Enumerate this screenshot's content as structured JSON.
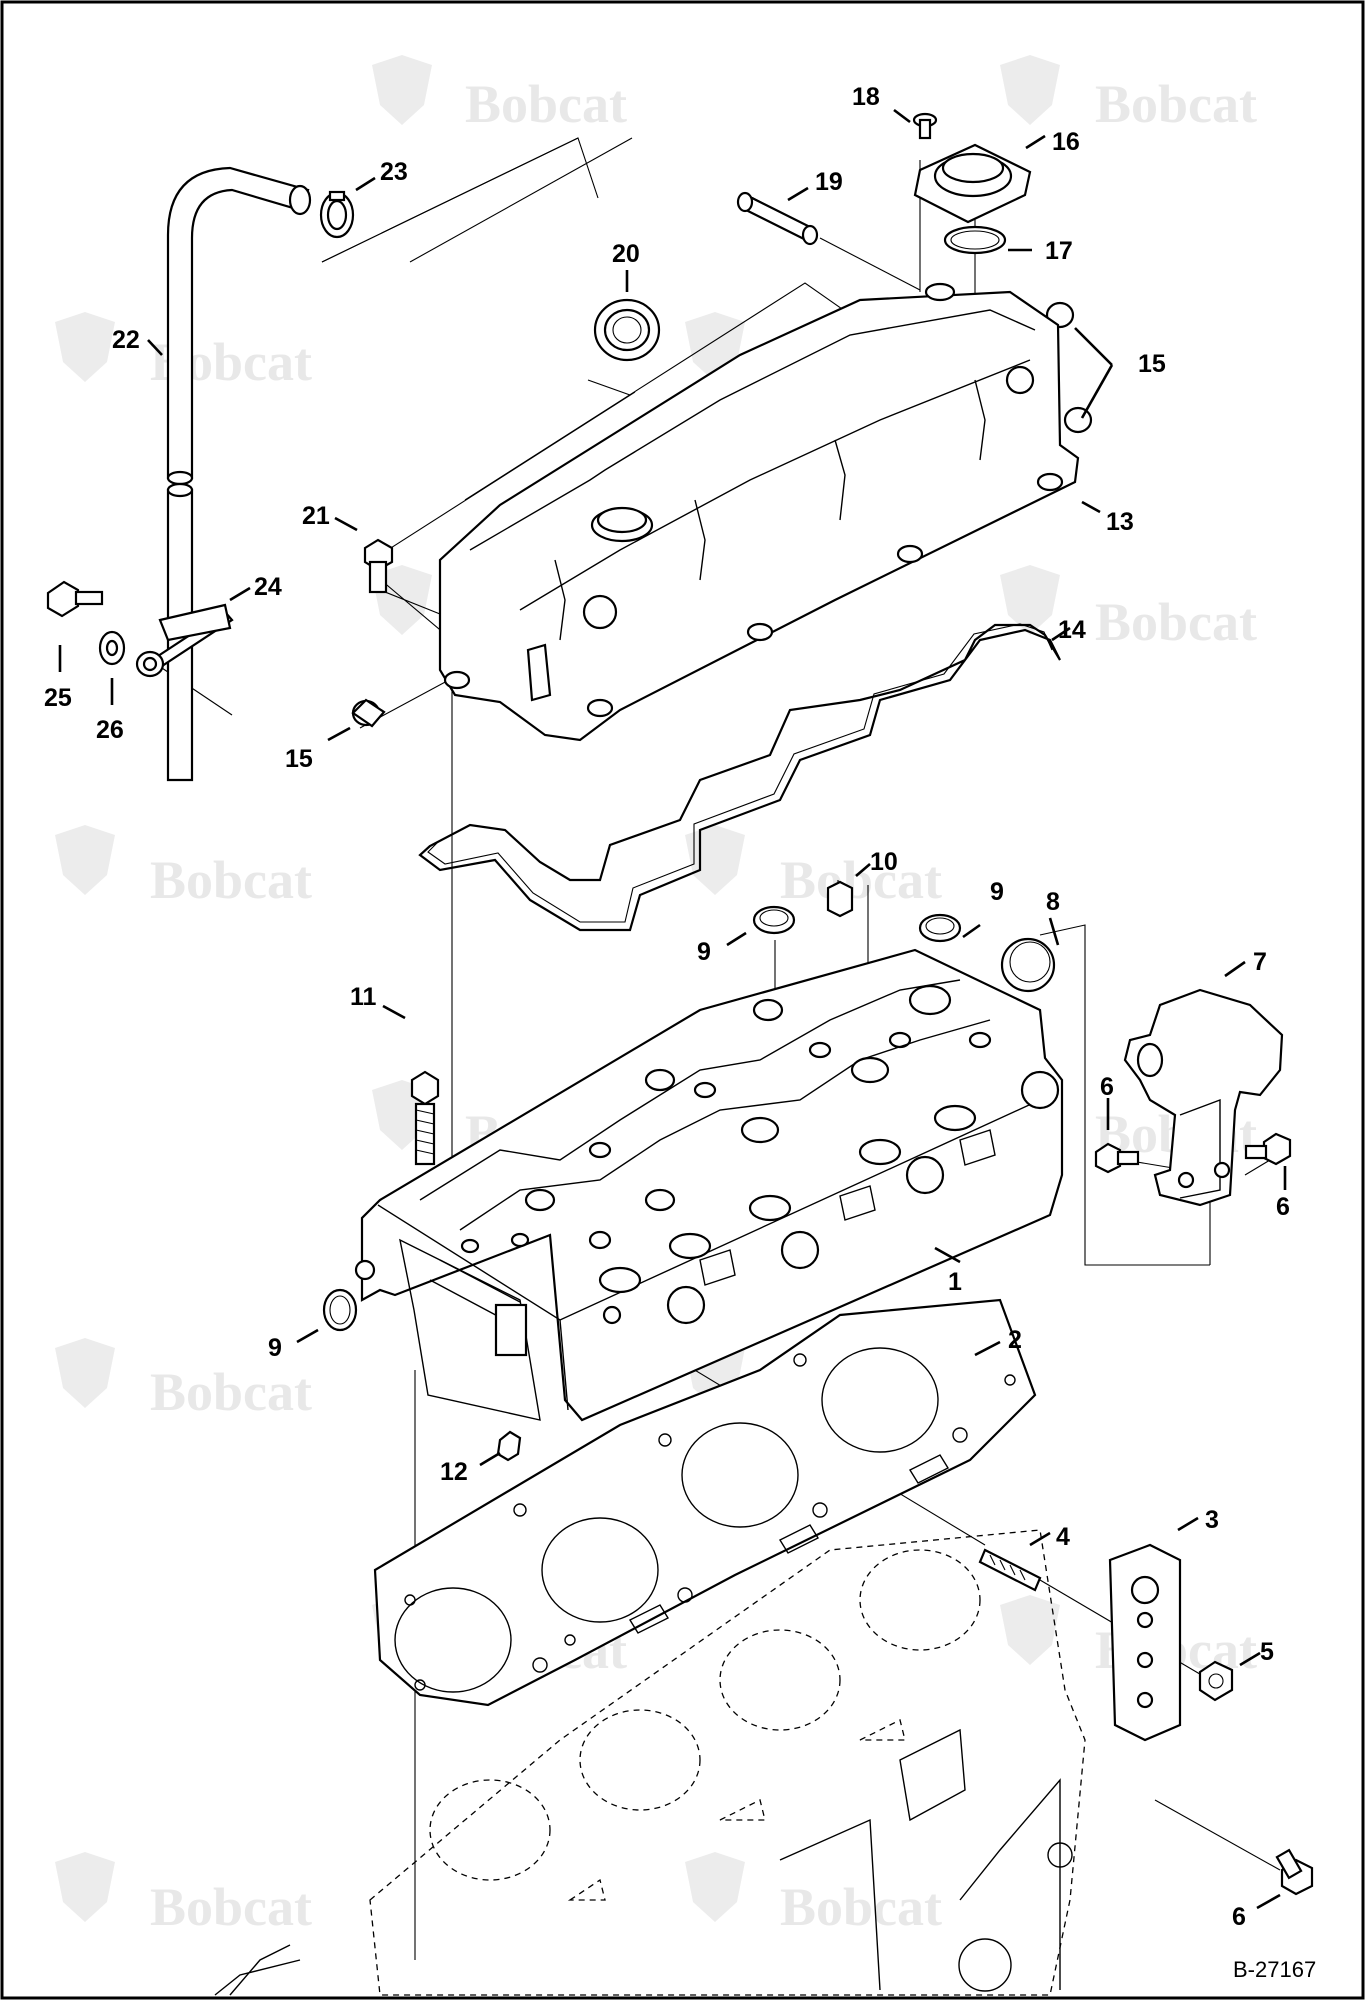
{
  "diagram": {
    "document_id": "B-27167",
    "watermark": {
      "brand": "Bobcat"
    },
    "callouts": [
      {
        "id": "c1",
        "label": "1"
      },
      {
        "id": "c2",
        "label": "2"
      },
      {
        "id": "c3",
        "label": "3"
      },
      {
        "id": "c4",
        "label": "4"
      },
      {
        "id": "c5",
        "label": "5"
      },
      {
        "id": "c6a",
        "label": "6"
      },
      {
        "id": "c6b",
        "label": "6"
      },
      {
        "id": "c6c",
        "label": "6"
      },
      {
        "id": "c7",
        "label": "7"
      },
      {
        "id": "c8",
        "label": "8"
      },
      {
        "id": "c9a",
        "label": "9"
      },
      {
        "id": "c9b",
        "label": "9"
      },
      {
        "id": "c9c",
        "label": "9"
      },
      {
        "id": "c10",
        "label": "10"
      },
      {
        "id": "c11",
        "label": "11"
      },
      {
        "id": "c12",
        "label": "12"
      },
      {
        "id": "c13",
        "label": "13"
      },
      {
        "id": "c14",
        "label": "14"
      },
      {
        "id": "c15a",
        "label": "15"
      },
      {
        "id": "c15b",
        "label": "15"
      },
      {
        "id": "c16",
        "label": "16"
      },
      {
        "id": "c17",
        "label": "17"
      },
      {
        "id": "c18",
        "label": "18"
      },
      {
        "id": "c19",
        "label": "19"
      },
      {
        "id": "c20",
        "label": "20"
      },
      {
        "id": "c21",
        "label": "21"
      },
      {
        "id": "c22",
        "label": "22"
      },
      {
        "id": "c23",
        "label": "23"
      },
      {
        "id": "c24",
        "label": "24"
      },
      {
        "id": "c25",
        "label": "25"
      },
      {
        "id": "c26",
        "label": "26"
      }
    ]
  }
}
